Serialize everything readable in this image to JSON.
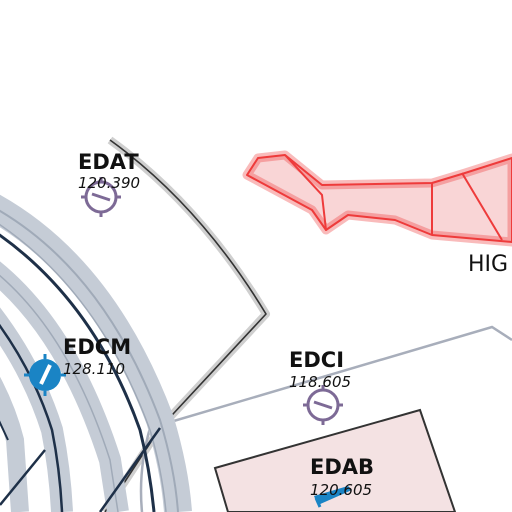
{
  "colors": {
    "background": "#ffffff",
    "restricted_fill": "#f4b2b4",
    "restricted_stroke": "#ee3b3b",
    "ctr_fill": "#f4e2e3",
    "ctr_stroke": "#333333",
    "airway": "#a8aebb",
    "tma_dark": "#1e3048",
    "tma_halo": "#c5ccd6",
    "glider_icon": "#7d6a96",
    "towered_icon": "#1a84c5"
  },
  "airfields": [
    {
      "code": "EDAT",
      "frequency": "120.390",
      "icon": "glider-airfield-icon"
    },
    {
      "code": "EDCM",
      "frequency": "128.110",
      "icon": "towered-airfield-icon"
    },
    {
      "code": "EDCI",
      "frequency": "118.605",
      "icon": "glider-airfield-icon"
    },
    {
      "code": "EDAB",
      "frequency": "120.605",
      "icon": "airport-icon"
    }
  ],
  "area_labels": {
    "restricted_partial": "HIG"
  }
}
